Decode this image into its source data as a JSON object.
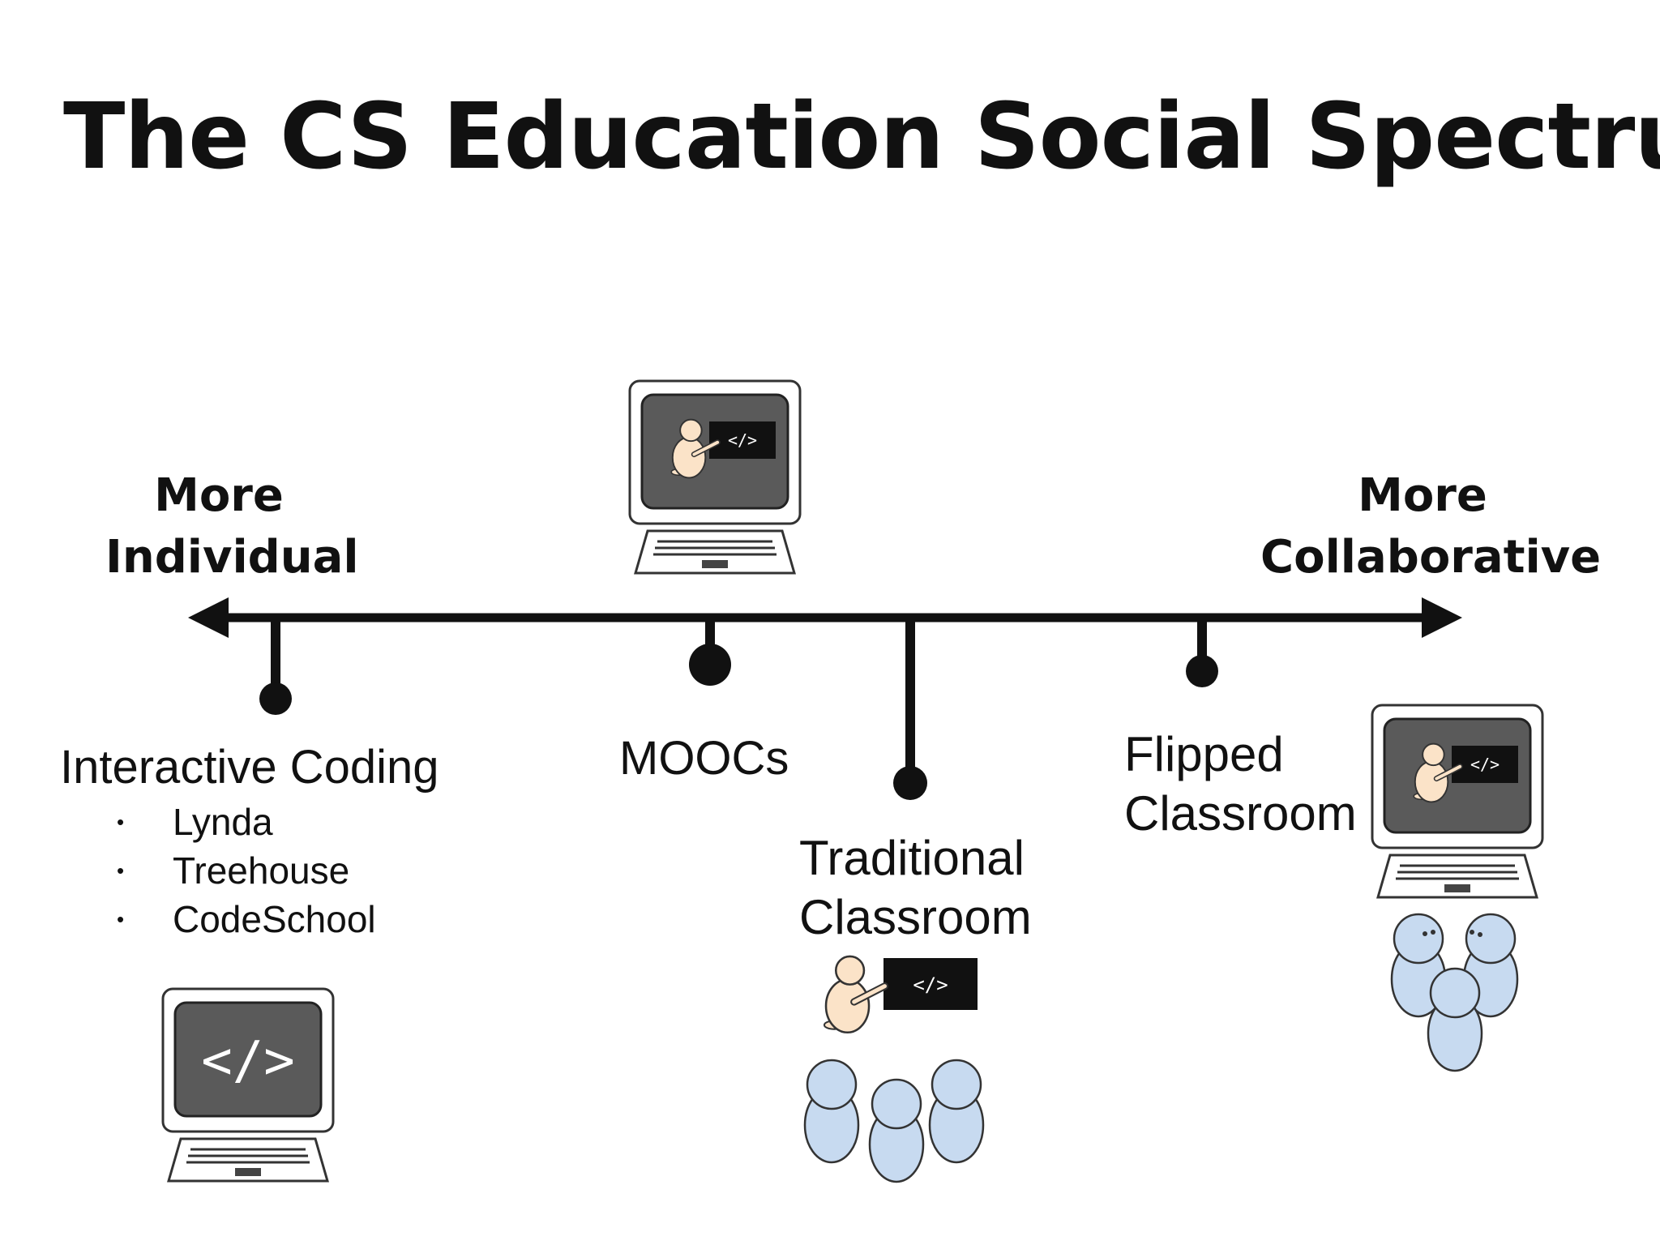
{
  "slide": {
    "title": "The CS Education Social Spectrum"
  },
  "spectrum": {
    "left_end": [
      "More",
      "Individual"
    ],
    "right_end": [
      "More",
      "Collaborative"
    ]
  },
  "items": {
    "interactive": {
      "label": "Interactive Coding",
      "examples": [
        "Lynda",
        "Treehouse",
        "CodeSchool"
      ]
    },
    "moocs": {
      "label": "MOOCs"
    },
    "traditional": {
      "label_lines": [
        "Traditional",
        "Classroom"
      ]
    },
    "flipped": {
      "label_lines": [
        "Flipped",
        "Classroom"
      ]
    }
  },
  "icons": {
    "code_glyph": "</>",
    "computer_icon": "computer-icon",
    "instructor_icon": "instructor-icon",
    "students_icon": "students-icon"
  },
  "colors": {
    "line": "#111111",
    "screen": "#5a5a5a",
    "instructor_skin": "#fbe3c8",
    "student_fill": "#c7daf0",
    "board": "#111111"
  }
}
